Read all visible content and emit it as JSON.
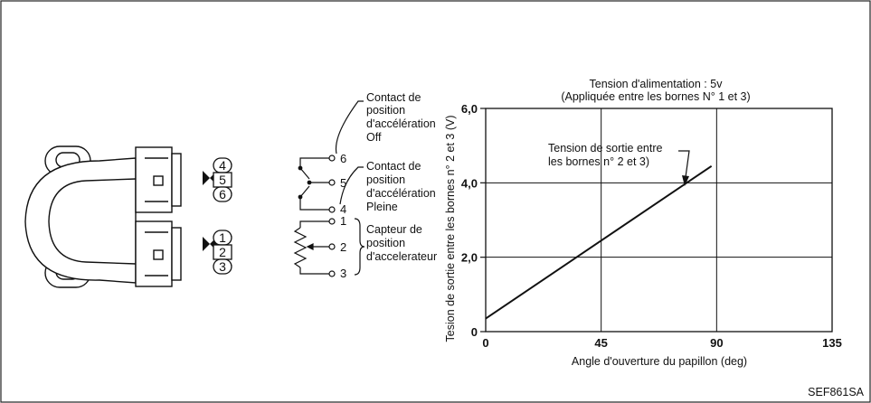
{
  "sensor": {
    "connector_top_pins": [
      "4",
      "5",
      "6"
    ],
    "connector_bottom_pins": [
      "1",
      "2",
      "3"
    ]
  },
  "circuit": {
    "terminals": [
      "6",
      "5",
      "4",
      "1",
      "2",
      "3"
    ],
    "labels": {
      "idle_switch": [
        "Contact de",
        "position",
        "d'accélération",
        "Off"
      ],
      "full_switch": [
        "Contact de",
        "position",
        "d'accélération",
        "Pleine"
      ],
      "sensor": [
        "Capteur de",
        "position",
        "d'accelerateur"
      ]
    }
  },
  "chart_data": {
    "type": "line",
    "title": [
      "Tension d'alimentation : 5v",
      "(Appliquée entre les bornes N° 1 et 3)"
    ],
    "xlabel": "Angle d'ouverture du papillon (deg)",
    "ylabel": "Tesion de sortie entre les bornes n° 2 et 3 (V)",
    "xlim": [
      0,
      135
    ],
    "ylim": [
      0,
      6
    ],
    "x_ticks": [
      "0",
      "45",
      "90",
      "135"
    ],
    "y_ticks": [
      "0",
      "2,0",
      "4,0",
      "6,0"
    ],
    "grid": true,
    "annotation": [
      "Tension de sortie entre",
      "les bornes n° 2 et 3)"
    ],
    "series": [
      {
        "x": [
          0,
          88
        ],
        "y": [
          0.35,
          4.45
        ]
      }
    ]
  },
  "footer": {
    "code": "SEF861SA"
  }
}
